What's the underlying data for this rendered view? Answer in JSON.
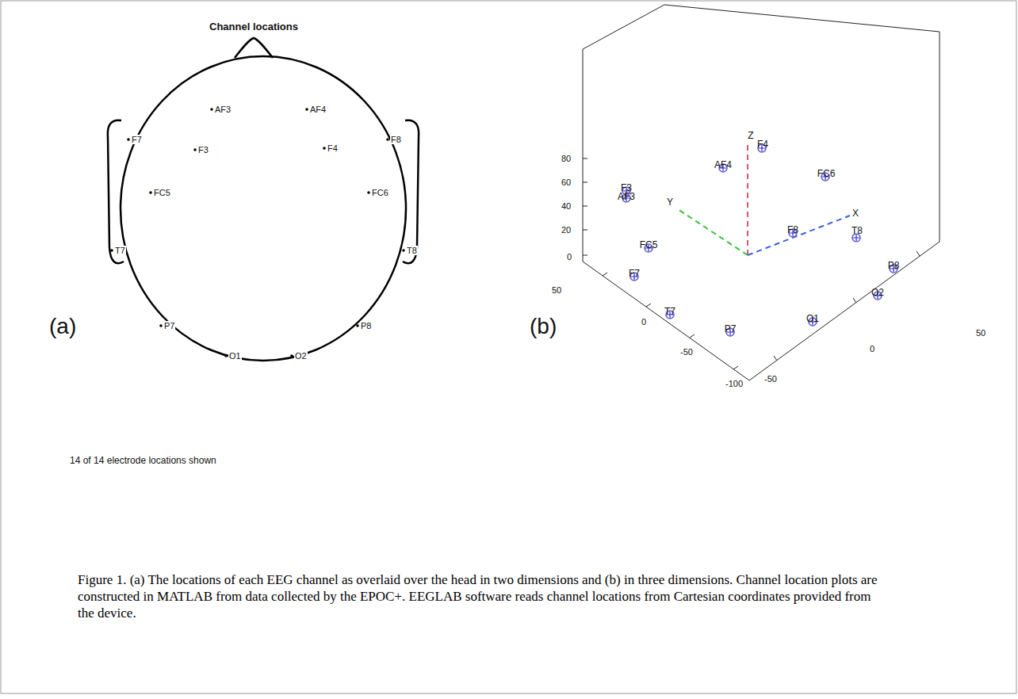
{
  "diagram": {
    "title": "Channel locations",
    "caption": "Figure 1. (a) The locations of each EEG channel as overlaid over the head in two dimensions and (b) in three dimensions. Channel location plots are constructed in MATLAB from data collected by the EPOC+. EEGLAB software reads channel locations from Cartesian coordinates provided from the device.",
    "labels": [
      "(a)",
      "AF3",
      "AF4",
      "F7",
      "F3",
      "F4",
      "F8",
      "FC5",
      "FC6",
      "T7",
      "T8",
      "P7",
      "P8",
      "O1",
      "O2",
      "14 of 14 electrode locations shown",
      "(b)",
      "80",
      "60",
      "40",
      "20",
      "0",
      "50",
      "0",
      "-50",
      "-100",
      "-50",
      "0",
      "50",
      "Z",
      "Y",
      "X",
      "F4",
      "AF4",
      "F3",
      "AF3",
      "FC6",
      "F8",
      "T8",
      "FC5",
      "P8",
      "F7",
      "O2",
      "T7",
      "O1",
      "P7"
    ]
  }
}
